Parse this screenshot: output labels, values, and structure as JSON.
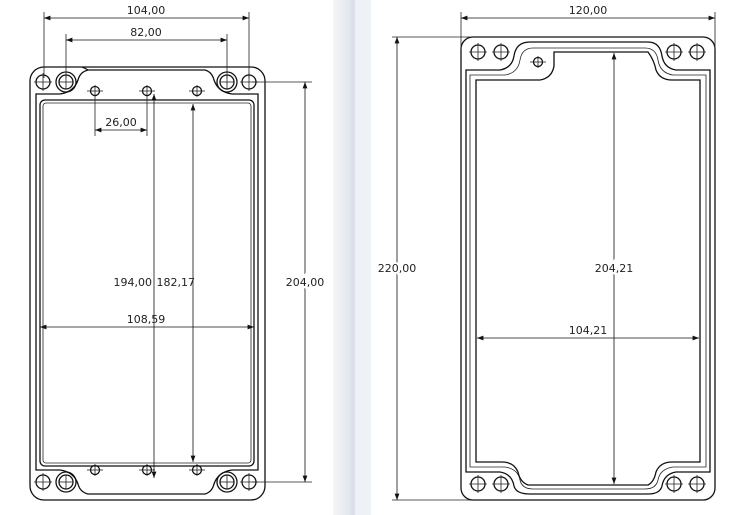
{
  "left_view": {
    "dimensions": {
      "overall_hole_width": "104,00",
      "inner_hole_width": "82,00",
      "small_hole_pitch": "26,00",
      "hole_span_length": "194,00",
      "cavity_length": "182,17",
      "overall_hole_length": "204,00",
      "cavity_width": "108,59"
    }
  },
  "right_view": {
    "dimensions": {
      "overall_width": "120,00",
      "overall_length": "220,00",
      "inner_length": "204,21",
      "inner_width": "104,21"
    }
  },
  "colors": {
    "line": "#111111",
    "divider": "#dfe4ec"
  }
}
